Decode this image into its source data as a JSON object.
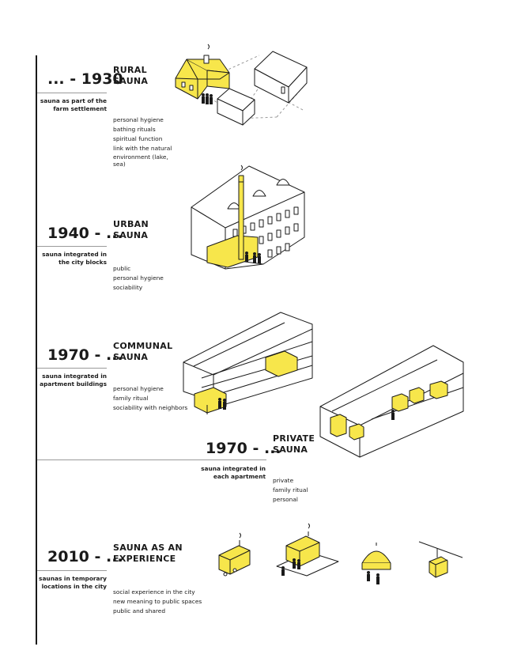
{
  "eras": [
    {
      "id": "rural",
      "year": "... - 1930",
      "title": [
        "RURAL",
        "SAUNA"
      ],
      "caption": [
        "sauna as part of the",
        "farm settlement"
      ],
      "items": [
        "personal hygiene",
        "bathing rituals",
        "spiritual function",
        "link with the natural",
        "environment (lake,",
        "sea)"
      ]
    },
    {
      "id": "urban",
      "year": "1940 - ...",
      "title": [
        "URBAN",
        "SAUNA"
      ],
      "caption": [
        "sauna integrated in",
        "the city blocks"
      ],
      "items": [
        "public",
        "personal hygiene",
        "sociability"
      ]
    },
    {
      "id": "communal",
      "year": "1970 - ...",
      "title": [
        "COMMUNAL",
        "SAUNA"
      ],
      "caption": [
        "sauna integrated in",
        "apartment buildings"
      ],
      "items": [
        "personal hygiene",
        "family ritual",
        "sociability with neighbors"
      ]
    },
    {
      "id": "private",
      "year": "1970 - ...",
      "title": [
        "PRIVATE",
        "SAUNA"
      ],
      "caption": [
        "sauna integrated in",
        "each apartment"
      ],
      "items": [
        "private",
        "family ritual",
        "personal"
      ]
    },
    {
      "id": "experience",
      "year": "2010 - ...",
      "title": [
        "SAUNA AS AN",
        "EXPERIENCE"
      ],
      "caption": [
        "saunas in temporary",
        "locations in the city"
      ],
      "items": [
        "social experience in the city",
        "new meaning to public spaces",
        "public and shared"
      ]
    }
  ],
  "colors": {
    "accent": "#f7e64b",
    "ink": "#1a1a1a",
    "rule": "#9a9a9a"
  }
}
